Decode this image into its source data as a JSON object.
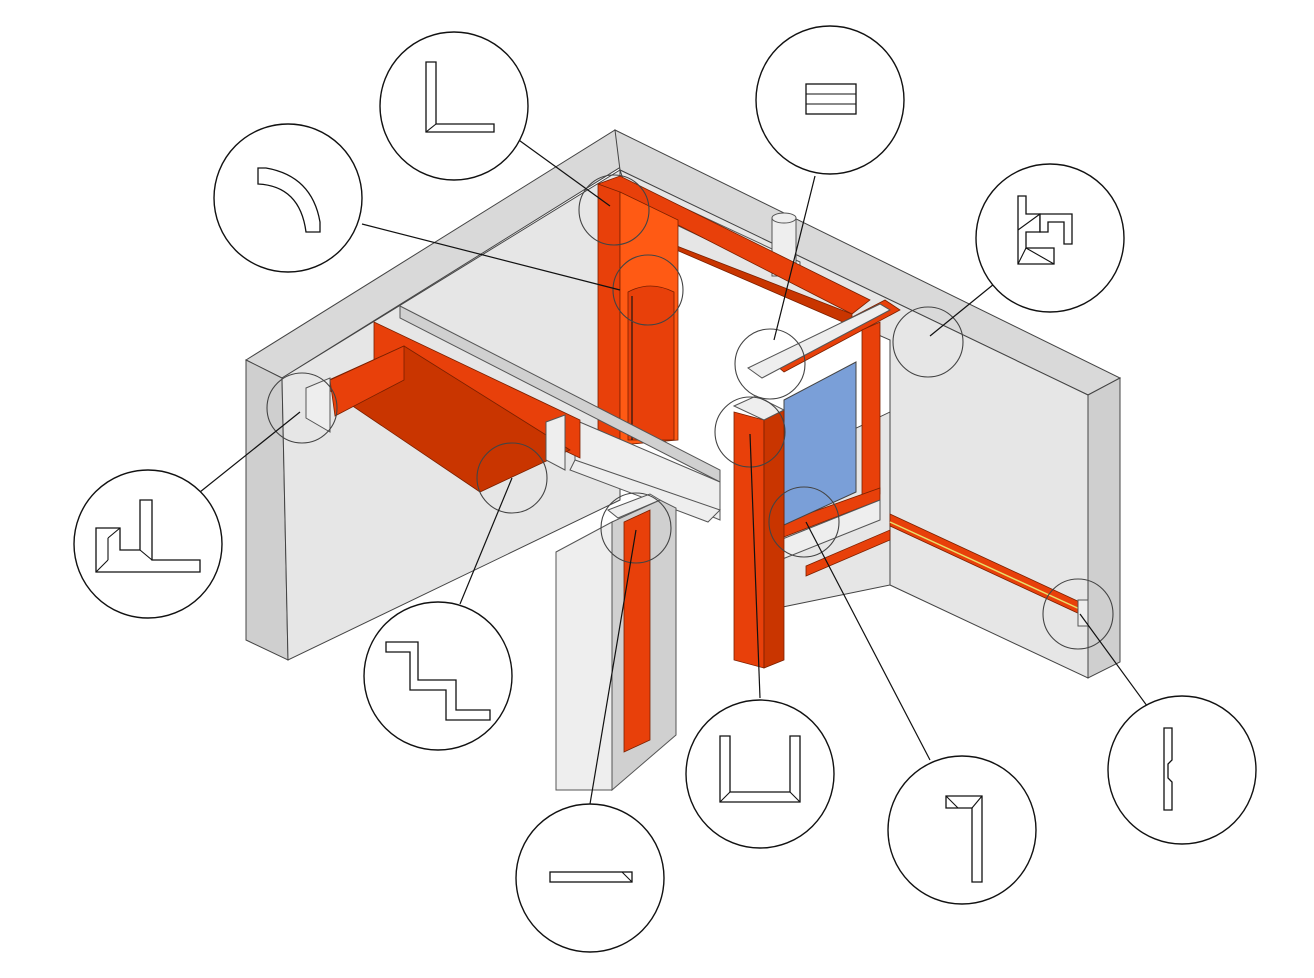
{
  "diagram": {
    "kind": "isometric fire protection cladding illustration",
    "colors": {
      "fire_board": "#e8400a",
      "wall": "#e6e6e6",
      "steel": "#eeeeee",
      "glass": "#7a9fd8",
      "outline": "#111111"
    },
    "callouts": [
      {
        "id": "cornice-arc",
        "icon": "curved-profile-icon"
      },
      {
        "id": "angle-top",
        "icon": "l-angle-profile-icon"
      },
      {
        "id": "flat-laminate",
        "icon": "laminated-strips-icon"
      },
      {
        "id": "hook-bracket",
        "icon": "hook-bracket-profile-icon"
      },
      {
        "id": "l-corner-wall",
        "icon": "l-corner-profile-icon"
      },
      {
        "id": "z-step",
        "icon": "z-step-profile-icon"
      },
      {
        "id": "flat-plate",
        "icon": "flat-plate-profile-icon"
      },
      {
        "id": "u-channel",
        "icon": "u-channel-profile-icon"
      },
      {
        "id": "reverse-l",
        "icon": "reverse-l-profile-icon"
      },
      {
        "id": "notched-strip",
        "icon": "notched-strip-profile-icon"
      }
    ]
  }
}
